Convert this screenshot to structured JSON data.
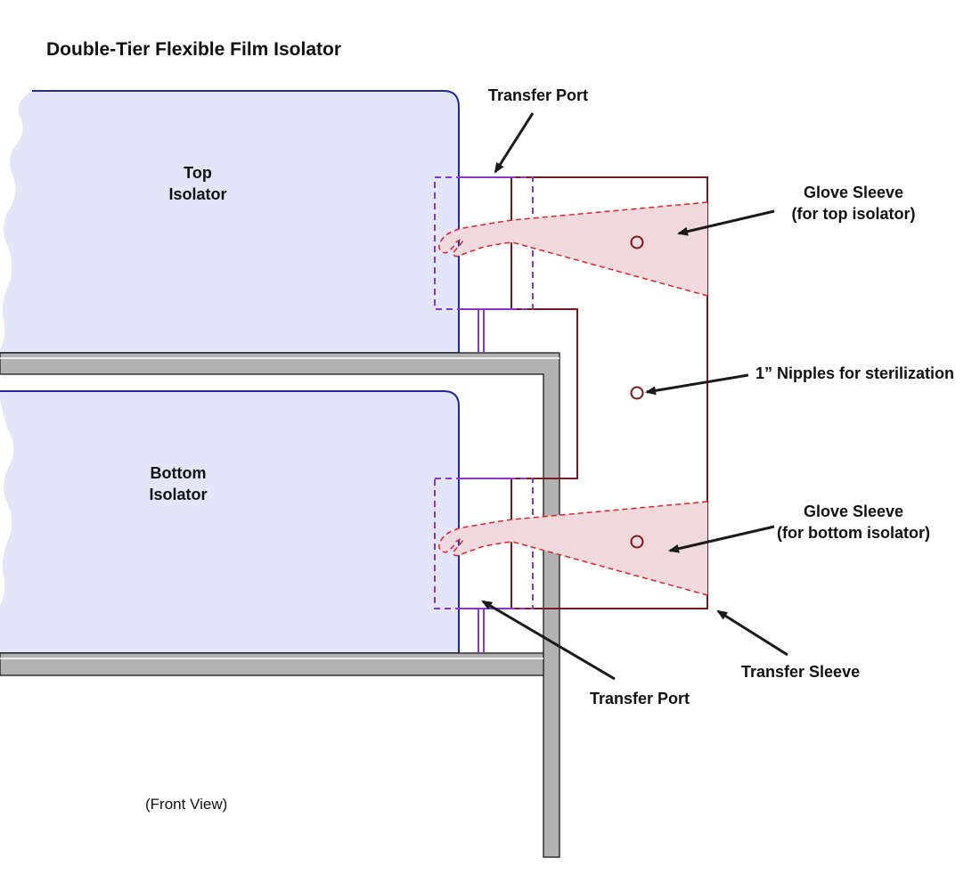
{
  "title": "Double-Tier Flexible Film Isolator",
  "top_isolator": {
    "line1": "Top",
    "line2": "Isolator"
  },
  "bottom_isolator": {
    "line1": "Bottom",
    "line2": "Isolator"
  },
  "transfer_port_top": "Transfer Port",
  "transfer_port_bottom": "Transfer Port",
  "glove_sleeve_top": {
    "line1": "Glove Sleeve",
    "line2": "(for top isolator)"
  },
  "glove_sleeve_bottom": {
    "line1": "Glove Sleeve",
    "line2": "(for bottom isolator)"
  },
  "nipples": "1” Nipples for sterilization",
  "transfer_sleeve": "Transfer Sleeve",
  "view": "(Front View)",
  "colors": {
    "isolator_fill": "#e3e5f8",
    "isolator_stroke": "#1f2a9a",
    "port": "#8a35c8",
    "sleeve": "#7a1a1a",
    "glove_fill": "#f0d9dc",
    "glove_stroke": "#e0202a",
    "frame_fill": "#b2b2b2",
    "frame_stroke": "#333333",
    "arrow": "#1a1a1a"
  }
}
